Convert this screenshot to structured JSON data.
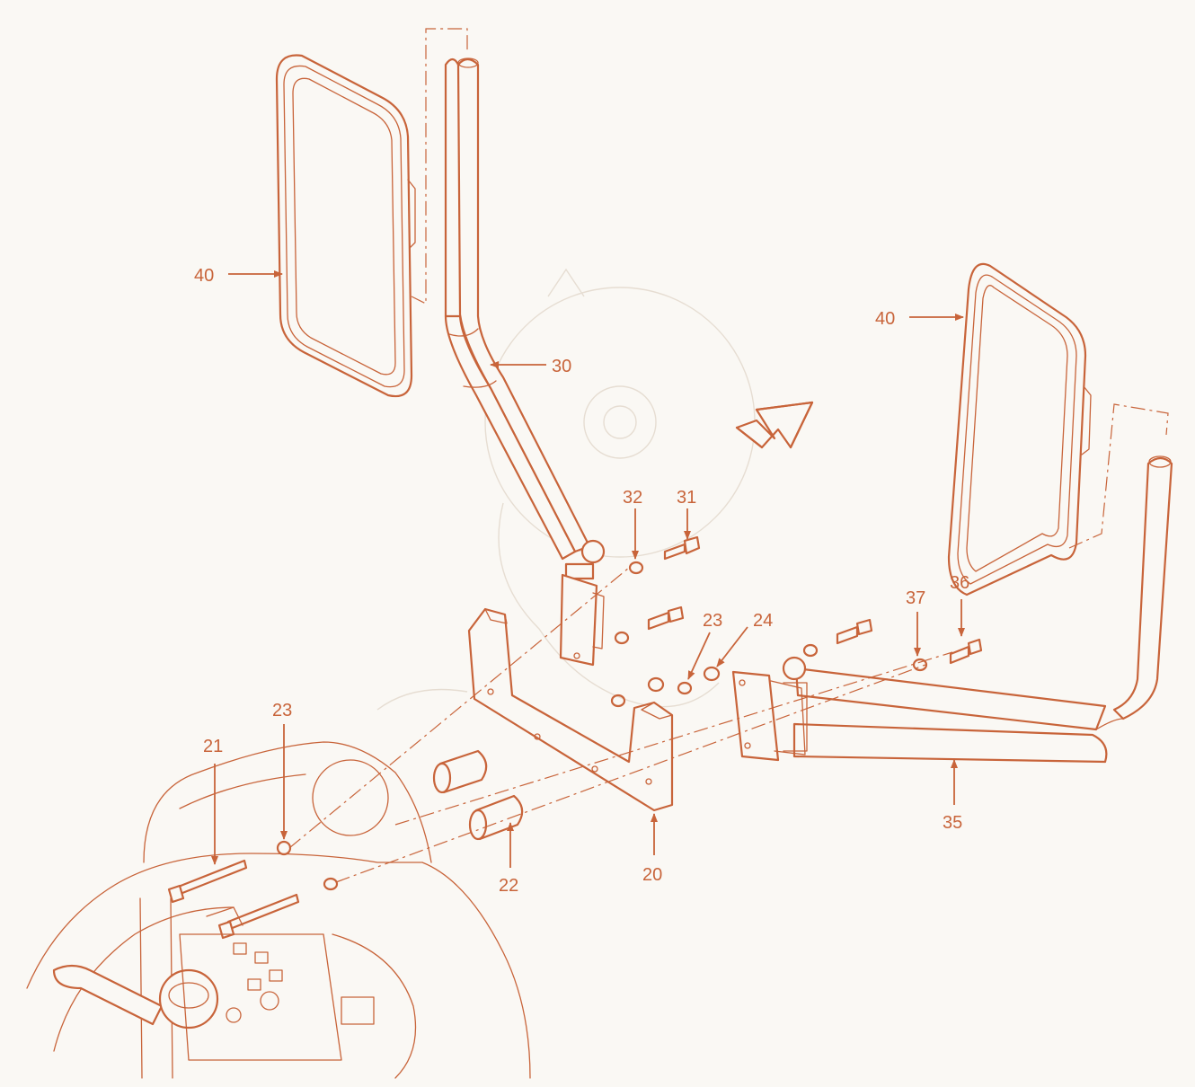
{
  "callouts": {
    "c40_left": "40",
    "c40_right": "40",
    "c30": "30",
    "c31": "31",
    "c32": "32",
    "c23_upper": "23",
    "c24": "24",
    "c37": "37",
    "c36": "36",
    "c35": "35",
    "c21": "21",
    "c23_lower": "23",
    "c22": "22",
    "c20": "20"
  },
  "colors": {
    "line": "#c8643a",
    "background": "#faf8f4"
  },
  "icons": {
    "direction_arrow": "forward-direction-arrow-icon"
  }
}
